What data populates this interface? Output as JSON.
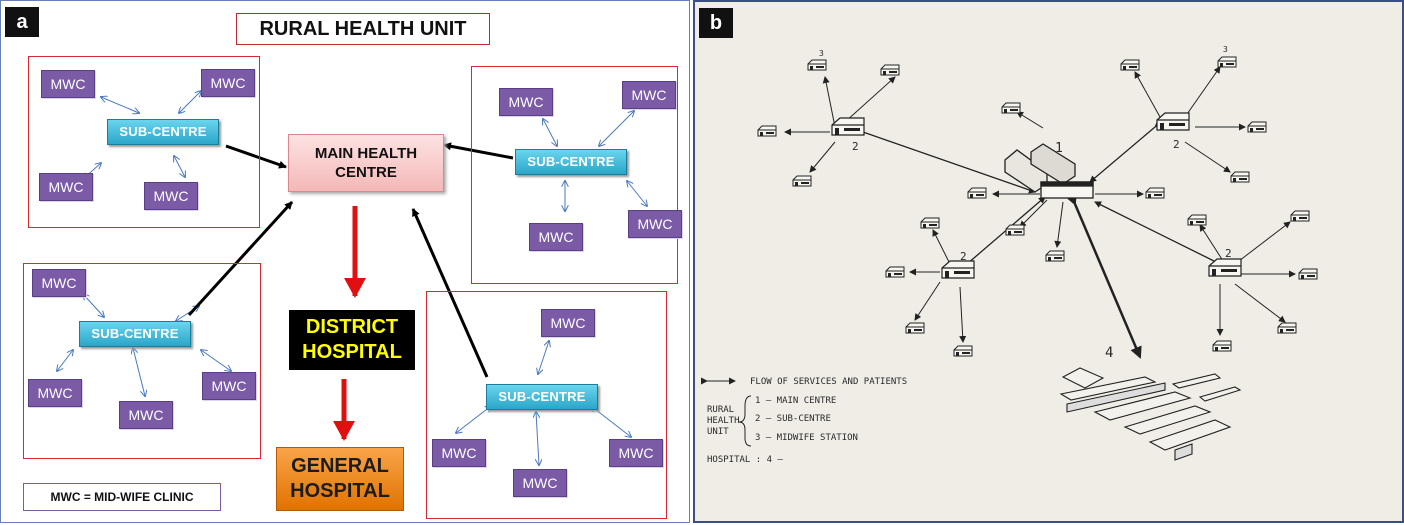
{
  "panel_a": {
    "label": "a",
    "title": "RURAL HEALTH UNIT",
    "mwc_label": "MWC",
    "sub_centre_label": "SUB-CENTRE",
    "main_health_centre": "MAIN HEALTH CENTRE",
    "district_hospital": "DISTRICT HOSPITAL",
    "general_hospital": "GENERAL HOSPITAL",
    "legend": "MWC = MID-WIFE CLINIC"
  },
  "panel_b": {
    "label": "b",
    "node_labels": {
      "main": "1",
      "sub": "2",
      "midwife": "3",
      "hospital": "4"
    },
    "legend": {
      "flow": "FLOW OF SERVICES AND PATIENTS",
      "unit_label_1": "RURAL",
      "unit_label_2": "HEALTH",
      "unit_label_3": "UNIT",
      "item_1": "1 — MAIN CENTRE",
      "item_2": "2 — SUB-CENTRE",
      "item_3": "3 — MIDWIFE STATION",
      "hospital": "HOSPITAL : 4 —"
    }
  },
  "colors": {
    "mwc": "#7b5aa6",
    "sub_centre": "#2aa6c9",
    "main_centre": "#f4b8b8",
    "district_text": "#ffff00",
    "general": "#e07300",
    "cluster_border": "#d9292f",
    "arrow_red": "#e01010"
  }
}
